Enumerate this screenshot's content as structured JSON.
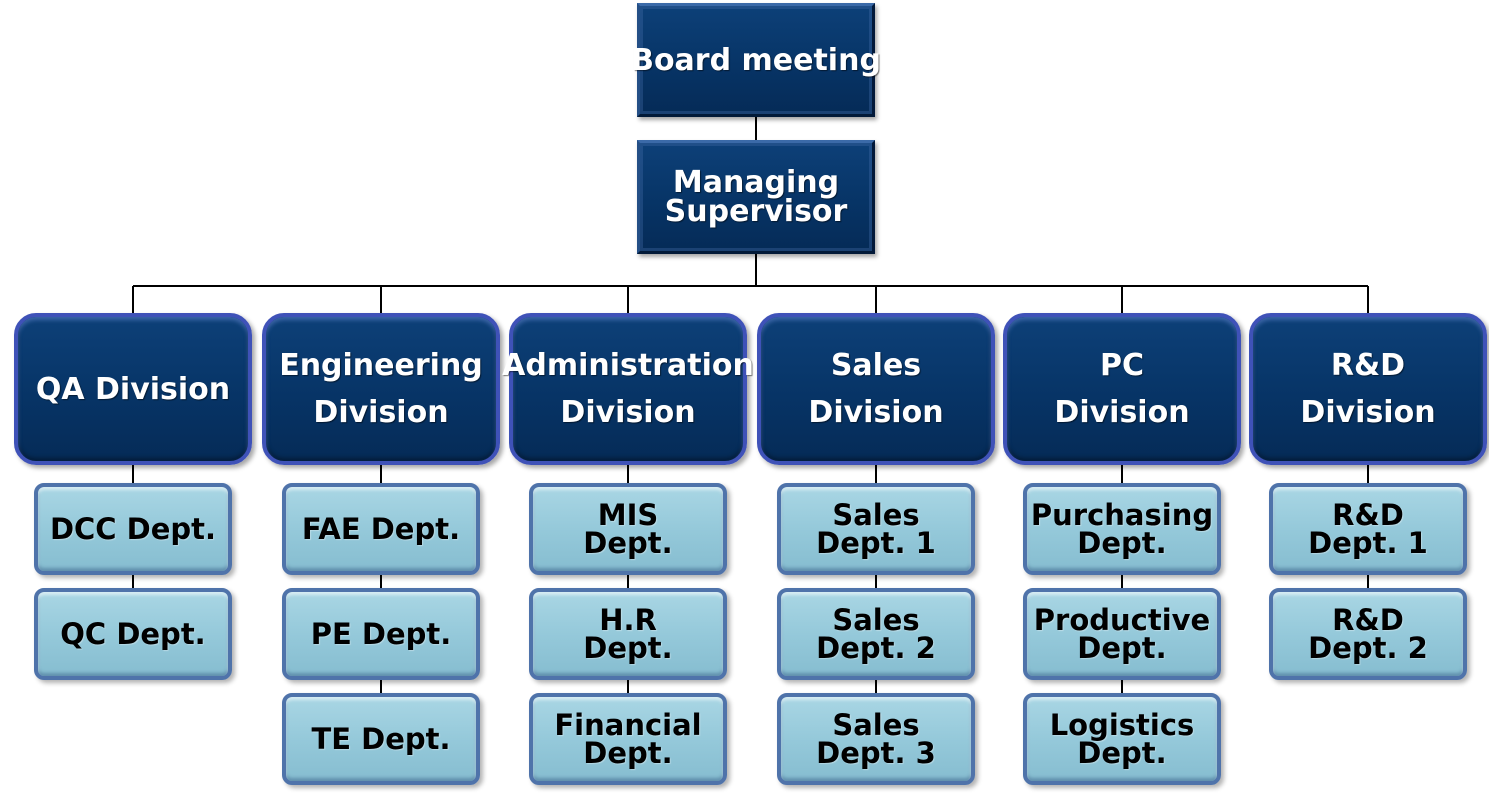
{
  "org_chart": {
    "top": [
      {
        "id": "board-meeting",
        "lines": [
          "Board meeting"
        ]
      },
      {
        "id": "managing-supervisor",
        "lines": [
          "Managing",
          "Supervisor"
        ]
      }
    ],
    "divisions": [
      {
        "id": "qa",
        "lines": [
          "QA Division"
        ],
        "departments": [
          {
            "lines": [
              "DCC Dept."
            ]
          },
          {
            "lines": [
              "QC Dept."
            ]
          }
        ]
      },
      {
        "id": "engineering",
        "lines": [
          "Engineering",
          "Division"
        ],
        "departments": [
          {
            "lines": [
              "FAE Dept."
            ]
          },
          {
            "lines": [
              "PE Dept."
            ]
          },
          {
            "lines": [
              "TE Dept."
            ]
          }
        ]
      },
      {
        "id": "administration",
        "lines": [
          "Administration",
          "Division"
        ],
        "departments": [
          {
            "lines": [
              "MIS",
              "Dept."
            ]
          },
          {
            "lines": [
              "H.R",
              "Dept."
            ]
          },
          {
            "lines": [
              "Financial",
              "Dept."
            ]
          }
        ]
      },
      {
        "id": "sales",
        "lines": [
          "Sales",
          "Division"
        ],
        "departments": [
          {
            "lines": [
              "Sales",
              "Dept. 1"
            ]
          },
          {
            "lines": [
              "Sales",
              "Dept. 2"
            ]
          },
          {
            "lines": [
              "Sales",
              "Dept. 3"
            ]
          }
        ]
      },
      {
        "id": "pc",
        "lines": [
          "PC",
          "Division"
        ],
        "departments": [
          {
            "lines": [
              "Purchasing",
              "Dept."
            ]
          },
          {
            "lines": [
              "Productive",
              "Dept."
            ]
          },
          {
            "lines": [
              "Logistics",
              "Dept."
            ]
          }
        ]
      },
      {
        "id": "rd",
        "lines": [
          "R&D",
          "Division"
        ],
        "departments": [
          {
            "lines": [
              "R&D",
              "Dept. 1"
            ]
          },
          {
            "lines": [
              "R&D",
              "Dept. 2"
            ]
          }
        ]
      }
    ]
  },
  "colors": {
    "top_fill": "#073466",
    "division_fill": "#073466",
    "division_border": "#3f52b8",
    "dept_fill": "#95c9da",
    "dept_border": "#4f73aa",
    "connector": "#000000"
  }
}
